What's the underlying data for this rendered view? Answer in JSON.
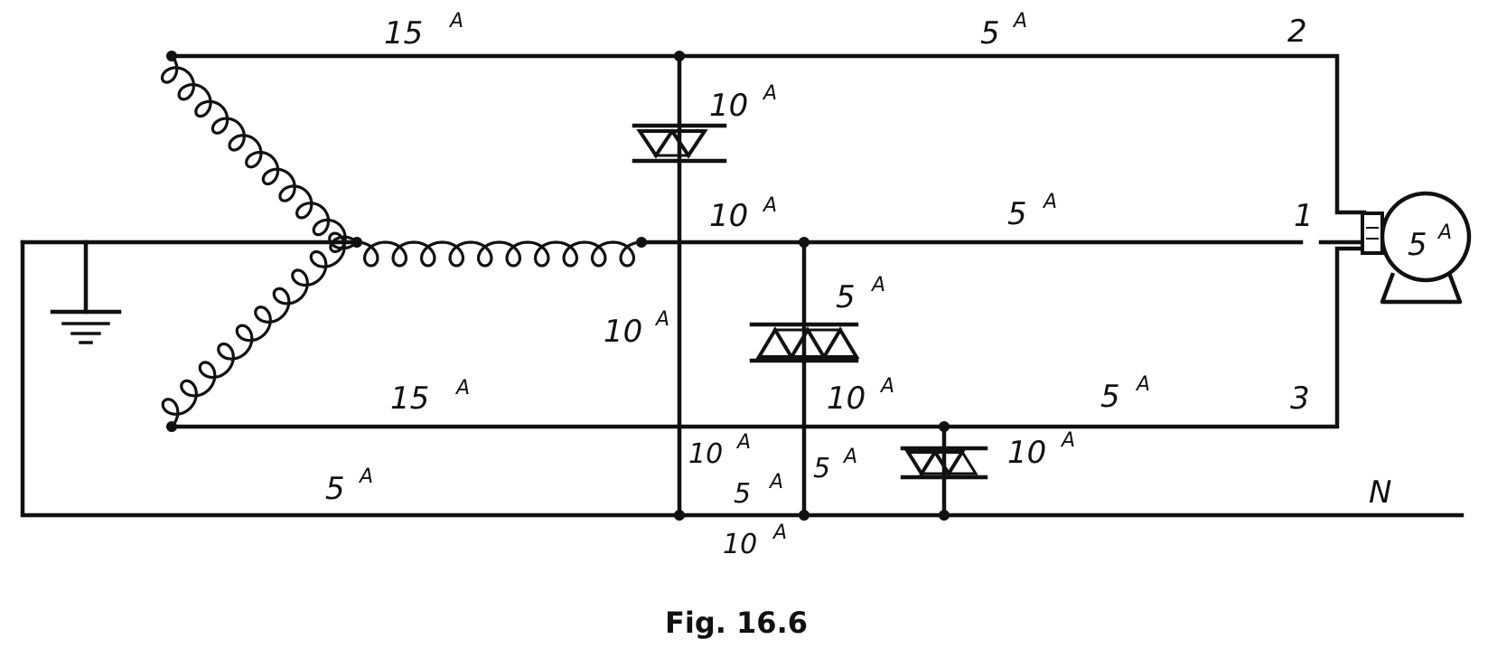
{
  "figure": {
    "caption": "Fig. 16.6",
    "current_unit": "A",
    "labels": {
      "top_left": "15",
      "top_right": "5",
      "mid_line": "10",
      "mid_right": "5",
      "left_vertical": "10",
      "bottom_line_left": "15",
      "bottom_line_mid": "10",
      "bottom_line_right": "5",
      "neutral_left": "5",
      "lower_a": "10",
      "lower_b": "5",
      "lower_c": "5",
      "lower_d": "10",
      "device_top": "10",
      "device_mid": "5",
      "device_low": "10",
      "motor": "5"
    },
    "terminals": {
      "t2": "2",
      "t1": "1",
      "t3": "3",
      "n": "N"
    }
  }
}
